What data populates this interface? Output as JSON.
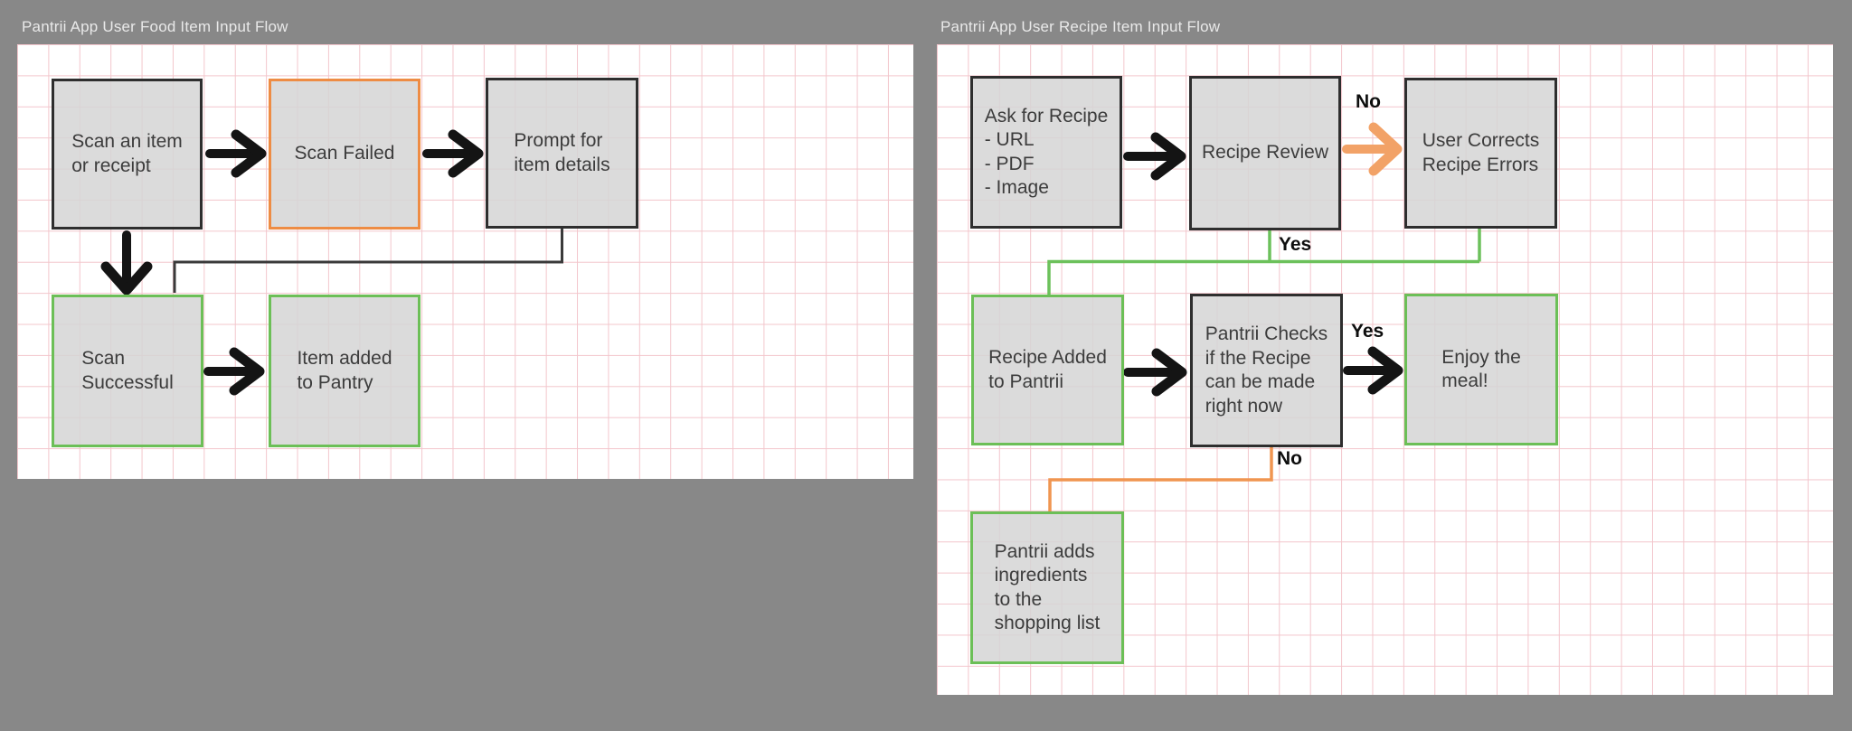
{
  "background_color": "#888888",
  "left_flow": {
    "title": "Pantrii App User Food Item Input Flow",
    "nodes": [
      {
        "name": "scan-an-item-or-receipt",
        "label": "Scan an item\nor receipt",
        "border": "dark"
      },
      {
        "name": "scan-failed",
        "label": "Scan Failed",
        "border": "orange"
      },
      {
        "name": "prompt-for-item-details",
        "label": "Prompt for\nitem details",
        "border": "dark"
      },
      {
        "name": "scan-successful",
        "label": "Scan\nSuccessful",
        "border": "green"
      },
      {
        "name": "item-added-to-pantry",
        "label": "Item added\nto Pantry",
        "border": "green"
      }
    ]
  },
  "right_flow": {
    "title": "Pantrii App User Recipe Item Input Flow",
    "nodes": [
      {
        "name": "ask-for-recipe",
        "label": "Ask for Recipe\n- URL\n- PDF\n- Image",
        "border": "dark"
      },
      {
        "name": "recipe-review",
        "label": "Recipe Review",
        "border": "dark"
      },
      {
        "name": "user-corrects-recipe-errors",
        "label": "User Corrects\nRecipe Errors",
        "border": "dark"
      },
      {
        "name": "recipe-added-to-pantrii",
        "label": "Recipe Added\nto Pantrii",
        "border": "green"
      },
      {
        "name": "pantrii-checks-recipe",
        "label": "Pantrii Checks\nif the Recipe\ncan be made\nright now",
        "border": "dark"
      },
      {
        "name": "enjoy-the-meal",
        "label": "Enjoy the\nmeal!",
        "border": "green"
      },
      {
        "name": "pantrii-adds-ingredients",
        "label": "Pantrii adds\ningredients\nto the\nshopping list",
        "border": "green"
      }
    ],
    "edge_labels": {
      "no_top": "No",
      "yes_mid": "Yes",
      "yes_right": "Yes",
      "no_bottom": "No"
    }
  },
  "palette": {
    "background": "#888888",
    "canvas": "#ffffff",
    "grid_line": "#f3c6cc",
    "node_fill": "#d5d5d5",
    "dark_border": "#2e2e2e",
    "orange_border": "#ee8c44",
    "green_border": "#6cbf57",
    "arrow_black": "#141414",
    "arrow_orange": "#f2a267",
    "connector_dark": "#3a3a3a",
    "connector_green": "#6cc15b",
    "connector_orange": "#f09550",
    "title_text": "#e9e9e9",
    "node_text": "#3c3c3c",
    "edge_label_text": "#0e0e0e"
  }
}
